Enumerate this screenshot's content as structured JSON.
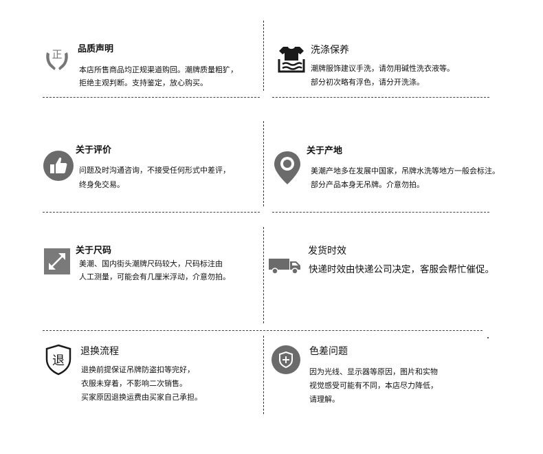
{
  "sections": {
    "quality": {
      "icon": "zheng-hands-icon",
      "title": "品质声明",
      "lines": [
        "本店所售商品均正规渠道购回。潮牌质量粗犷，",
        "拒绝主观判断。支持鉴定，放心购买。"
      ]
    },
    "washing": {
      "icon": "tshirt-wash-icon",
      "title": "洗涤保养",
      "lines": [
        "潮牌服饰建议手洗，请勿用碱性洗衣液等。",
        "部分初次略有浮色，请分开洗涤。"
      ]
    },
    "review": {
      "icon": "thumbs-up-icon",
      "title": "关于评价",
      "lines": [
        "问题及时沟通咨询，不接受任何形式中差评，",
        "终身免交易。"
      ]
    },
    "origin": {
      "icon": "location-pin-icon",
      "title": "关于产地",
      "lines": [
        "美潮产地多在发展中国家，吊牌水洗等地方一般会标注。",
        "部分产品本身无吊牌。介意勿拍。"
      ]
    },
    "size": {
      "icon": "resize-arrow-icon",
      "title": "关于尺码",
      "lines": [
        "美潮、国内街头潮牌尺码较大，尺码标注由",
        "人工测量，可能会有几厘米浮动，介意勿拍。"
      ]
    },
    "shipping": {
      "icon": "delivery-truck-icon",
      "title": "发货时效",
      "lines": [
        "快递时效由快递公司决定，客服会帮忙催促。"
      ]
    },
    "returns": {
      "icon": "return-shield-icon",
      "icon_char": "退",
      "title": "退换流程",
      "lines": [
        "退换前提保证吊牌防盗扣等完好，",
        "衣服未穿着，不影响二次销售。",
        "买家原因退换运费由买家自己承担。"
      ]
    },
    "color": {
      "icon": "shield-plus-icon",
      "title": "色差问题",
      "lines": [
        "因为光线、显示器等原因，图片和实物",
        "视觉感受可能有不同，本店尽力降低，",
        "请理解。"
      ]
    }
  },
  "colors": {
    "icon_gray": "#6b6b6b",
    "text": "#111111",
    "line": "#444444"
  }
}
